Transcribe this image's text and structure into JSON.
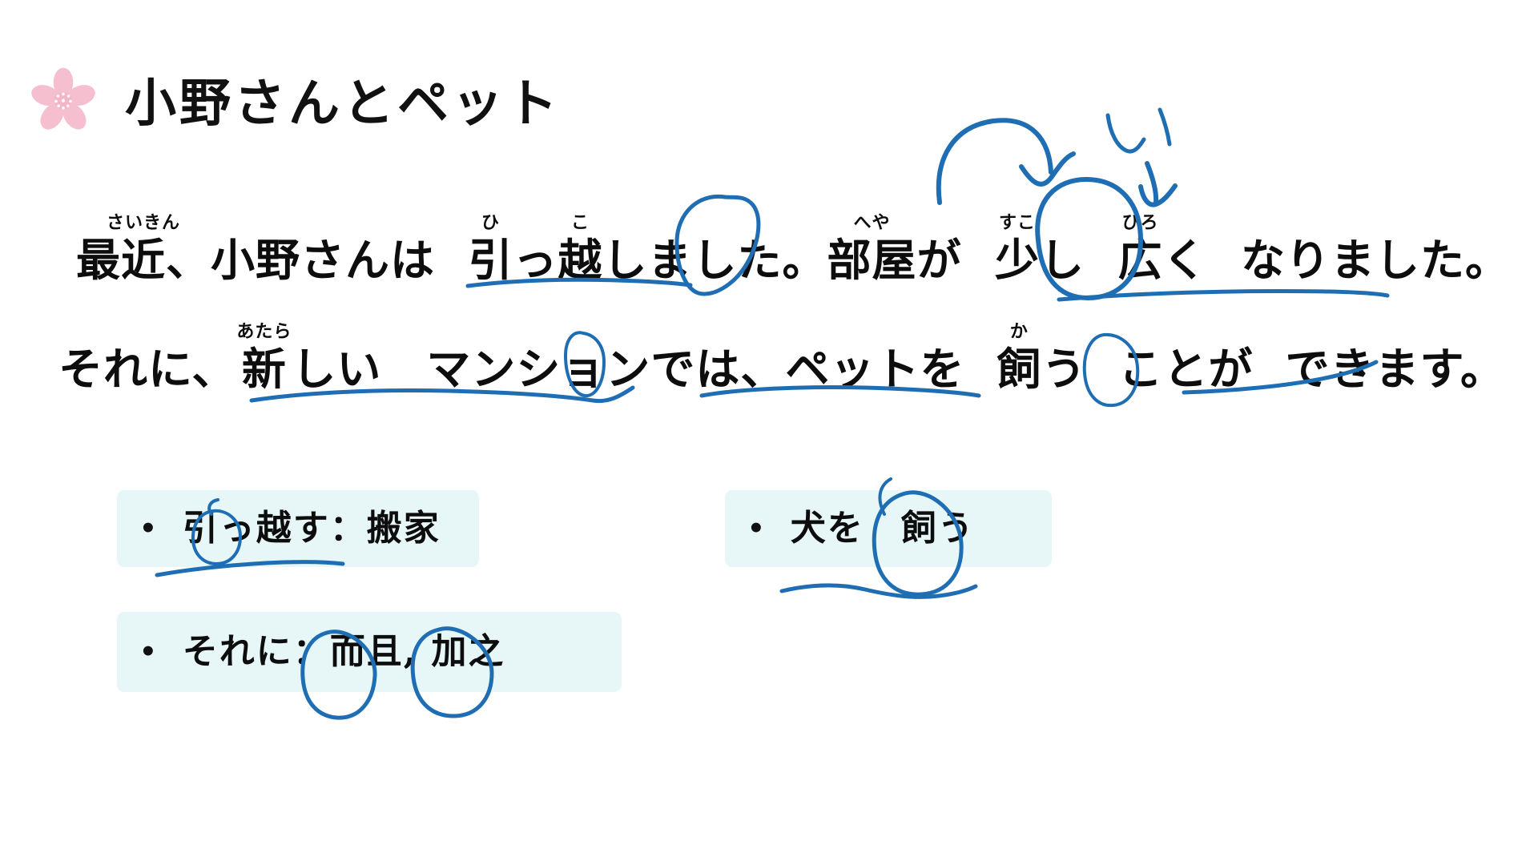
{
  "slide": {
    "title": "小野さんとペット",
    "title_icon": "sakura-flower-icon",
    "background_color": "#ffffff",
    "ink_color": "#1f6eb4",
    "highlight_color": "#e7f7f8",
    "sakura_color": "#f5bfd0"
  },
  "sentence": {
    "line1": [
      {
        "base": "最近、",
        "ruby": "さいきん",
        "ruby_over": "最近"
      },
      {
        "base": "小野さんは",
        "ruby": ""
      },
      {
        "base": "引",
        "ruby": "ひ"
      },
      {
        "base": "っ",
        "ruby": ""
      },
      {
        "base": "越",
        "ruby": "こ"
      },
      {
        "base": "しました。",
        "ruby": ""
      },
      {
        "base": "部屋",
        "ruby": "へや"
      },
      {
        "base": "が",
        "ruby": ""
      },
      {
        "base": "少",
        "ruby": "すこ"
      },
      {
        "base": "し",
        "ruby": ""
      },
      {
        "base": "広",
        "ruby": "ひろ"
      },
      {
        "base": "く",
        "ruby": ""
      },
      {
        "base": "なりました。",
        "ruby": ""
      }
    ],
    "line1_plain": "最近、小野さんは　引っ越しました。部屋が　少し　広く　なりました。",
    "line2": [
      {
        "base": "それに、",
        "ruby": ""
      },
      {
        "base": "新",
        "ruby": "あたら"
      },
      {
        "base": "しい",
        "ruby": ""
      },
      {
        "base": "マンションでは、",
        "ruby": ""
      },
      {
        "base": "ペットを",
        "ruby": ""
      },
      {
        "base": "飼",
        "ruby": "か"
      },
      {
        "base": "う",
        "ruby": ""
      },
      {
        "base": "ことが",
        "ruby": ""
      },
      {
        "base": "できます。",
        "ruby": ""
      }
    ],
    "line2_plain": "それに、新しい　マンションでは、ペットを　飼う　ことが　できます。"
  },
  "vocab": {
    "bullet": "•",
    "items": [
      {
        "id": "hikkosu",
        "text": "引っ越す：搬家"
      },
      {
        "id": "soreni",
        "text": "それに：而且, 加之"
      },
      {
        "id": "inu",
        "text": "犬を　飼う"
      }
    ]
  },
  "annotations": {
    "handwritten_i": "い",
    "marks": [
      {
        "name": "circle-around-shimashita",
        "type": "circle"
      },
      {
        "name": "underline-hikkoshi",
        "type": "underline"
      },
      {
        "name": "circle-around-hiroku",
        "type": "circle"
      },
      {
        "name": "curved-arrow-sukoshi-to-hiroku",
        "type": "arrow"
      },
      {
        "name": "down-arrow-from-i-to-hiroku",
        "type": "arrow"
      },
      {
        "name": "underline-narimashita",
        "type": "underline"
      },
      {
        "name": "underline-atarashii-mansion",
        "type": "underline"
      },
      {
        "name": "circle-around-deha",
        "type": "circle"
      },
      {
        "name": "underline-petto-wo-kau",
        "type": "underline"
      },
      {
        "name": "circle-around-koto-ga",
        "type": "circle"
      },
      {
        "name": "underline-dekimasu",
        "type": "underline"
      },
      {
        "name": "circle-around-small-tsu",
        "type": "circle"
      },
      {
        "name": "underline-hikkosu-vocab",
        "type": "underline"
      },
      {
        "name": "circle-around-erqie",
        "type": "circle"
      },
      {
        "name": "circle-around-jiazhi",
        "type": "circle"
      },
      {
        "name": "circle-around-kau-vocab",
        "type": "circle"
      },
      {
        "name": "underline-inu-wo-kau",
        "type": "underline"
      }
    ]
  }
}
